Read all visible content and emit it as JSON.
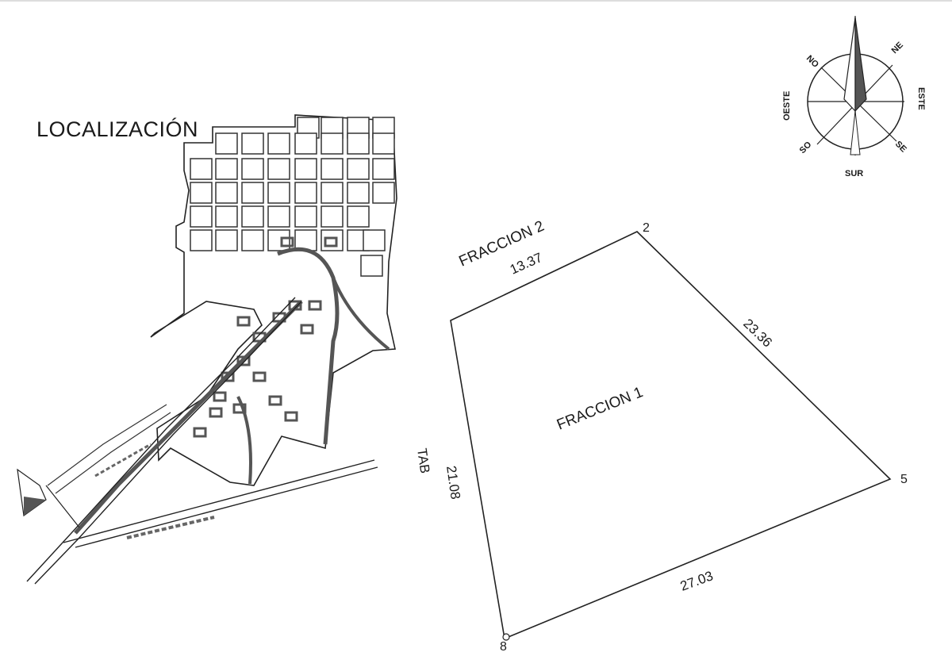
{
  "map": {
    "locator_title": "LOCALIZACIÓN",
    "compass": {
      "north_label": "",
      "northeast_label": "NE",
      "east_label": "ESTE",
      "southeast_label": "SE",
      "south_label": "SUR",
      "southwest_label": "SO",
      "west_label": "OESTE",
      "northwest_label": "NO"
    },
    "parcel": {
      "main_fraction_label": "FRACCION 1",
      "adjacent_fraction_label": "FRACCION 2",
      "west_neighbor_label": "TAB",
      "vertices": [
        "2",
        "5",
        "8"
      ],
      "sides": {
        "north": "13.37",
        "northeast": "23.36",
        "south": "27.03",
        "west": "21.08"
      }
    },
    "colors": {
      "line": "#222222",
      "street": "#666666",
      "compass_fill": "#555555",
      "background": "#ffffff"
    }
  }
}
